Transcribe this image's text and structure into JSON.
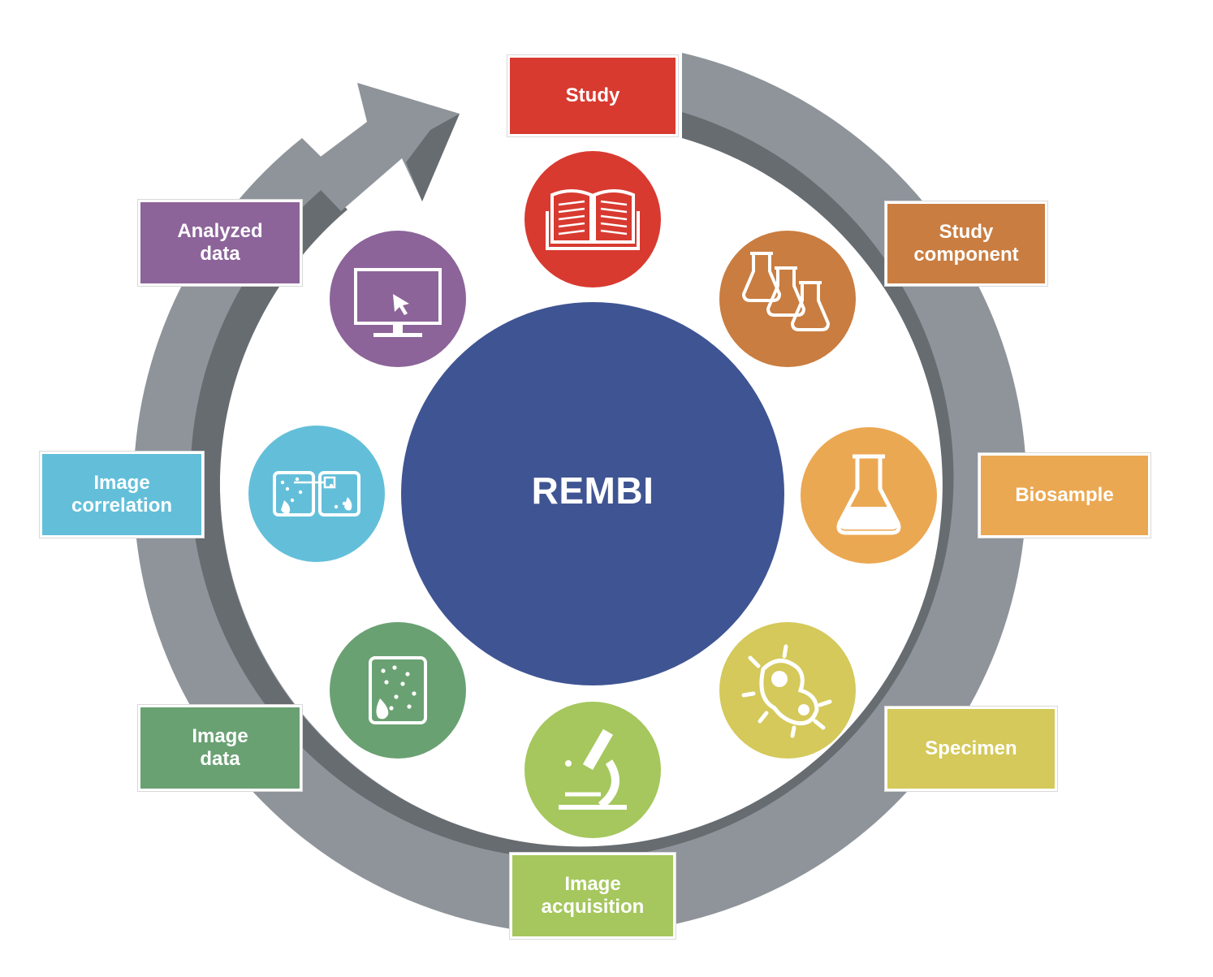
{
  "title": "REMBI",
  "colors": {
    "ring_outer": "#8f949b",
    "ring_inner": "#676c71",
    "center": "#3f5493"
  },
  "steps": [
    {
      "label": "Study",
      "color": "#d83a30",
      "icon": "book-icon"
    },
    {
      "label": "Study\ncomponent",
      "color": "#c97d40",
      "icon": "three-flasks-icon"
    },
    {
      "label": "Biosample",
      "color": "#eba852",
      "icon": "flask-icon"
    },
    {
      "label": "Specimen",
      "color": "#d4c95a",
      "icon": "cell-icon"
    },
    {
      "label": "Image\nacquisition",
      "color": "#a5c75d",
      "icon": "microscope-icon"
    },
    {
      "label": "Image\ndata",
      "color": "#6aa173",
      "icon": "image-grid-icon"
    },
    {
      "label": "Image\ncorrelation",
      "color": "#63bfd9",
      "icon": "correlated-images-icon"
    },
    {
      "label": "Analyzed\ndata",
      "color": "#8c6499",
      "icon": "monitor-cursor-icon"
    }
  ]
}
